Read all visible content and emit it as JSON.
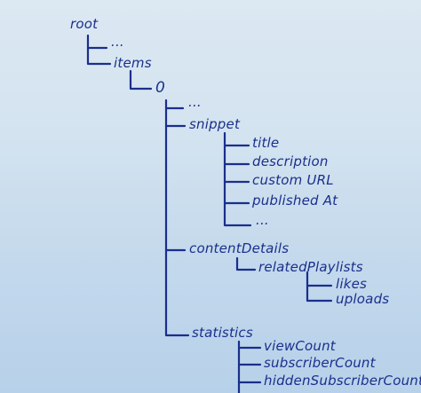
{
  "tree": {
    "root": "root",
    "root_ellipsis": "...",
    "items": "items",
    "index0": "0",
    "item_ellipsis": "...",
    "snippet": "snippet",
    "snippet_children": [
      "title",
      "description",
      "custom URL",
      "published At",
      "..."
    ],
    "contentDetails": "contentDetails",
    "relatedPlaylists": "relatedPlaylists",
    "likes": "likes",
    "uploads": "uploads",
    "statistics": "statistics",
    "statistics_children": [
      "viewCount",
      "subscriberCount",
      "hiddenSubscriberCount"
    ]
  },
  "colors": {
    "ink": "#1a2f8c",
    "paper_top": "#dce8f2",
    "paper_bottom": "#b7d1ea"
  }
}
